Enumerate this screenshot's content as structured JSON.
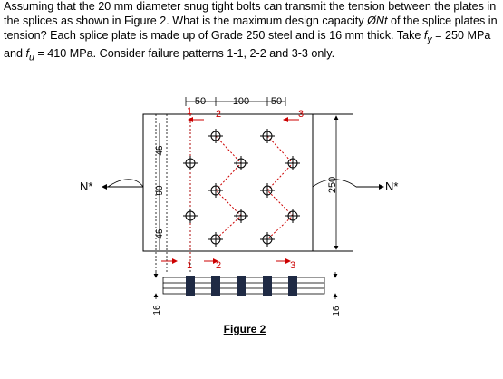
{
  "question": {
    "p1": "Assuming that the 20 mm diameter snug tight bolts can transmit the tension between the plates in the splices as shown in Figure 2. What is the maximum design capacity ",
    "phi_nt": "ØNt",
    "p2": " of the splice plates in tension? Each splice plate is made up of Grade 250 steel and is 16 mm thick. Take ",
    "fy_sym": "f",
    "fy_sub": "y",
    "fy_val": " = 250 MPa and ",
    "fu_sym": "f",
    "fu_sub": "u",
    "fu_val": " = 410 MPa. Consider failure patterns 1-1, 2-2 and 3-3 only."
  },
  "figure": {
    "caption": "Figure 2",
    "force_left": "N*",
    "force_right": "N*",
    "dim_top": [
      "50",
      "100",
      "50"
    ],
    "dim_left": [
      "45",
      "90",
      "45"
    ],
    "dim_width": "250",
    "thickness_left": "16",
    "thickness_right": "16",
    "pattern_labels_top": [
      "1",
      "2",
      "3"
    ],
    "pattern_labels_bottom": [
      "1",
      "2",
      "3"
    ],
    "colors": {
      "failure_path": "#cc0000",
      "bolt_head": "#1f2a44",
      "text": "#000000"
    }
  }
}
